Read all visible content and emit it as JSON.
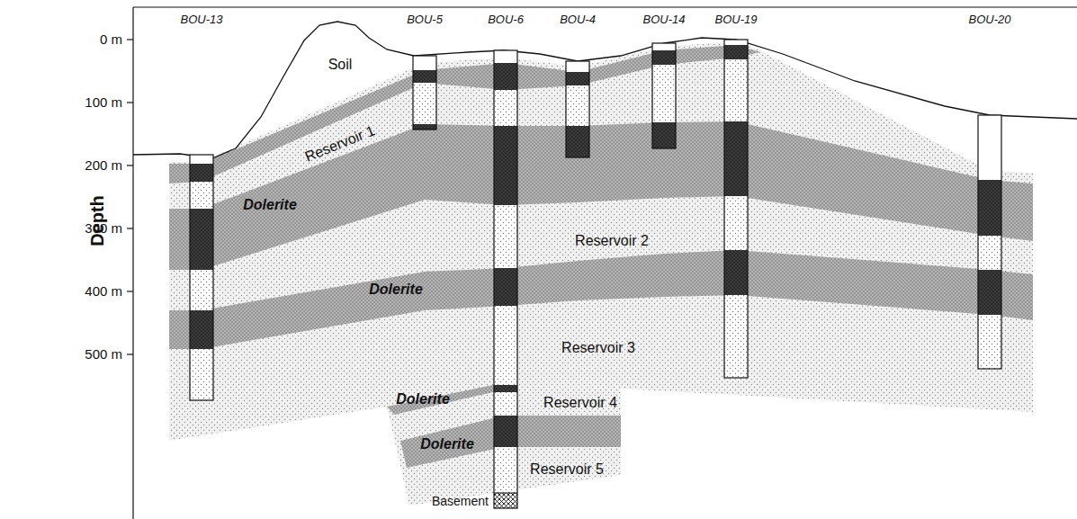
{
  "diagram": {
    "labels": [
      "BOU-13",
      "BOU-5",
      "BOU-6",
      "BOU-4",
      "BOU-14",
      "BOU-19",
      "BOU-20",
      "0 m",
      "100 m",
      "200 m",
      "300 m",
      "400 m",
      "500 m",
      "Depth",
      "Soil",
      "Reservoir 1",
      "Dolerite",
      "Reservoir 2",
      "Dolerite",
      "Reservoir 3",
      "Dolerite",
      "Reservoir 4",
      "Dolerite",
      "Reservoir 5"
    ],
    "legend": [
      {
        "text": "Basement"
      }
    ]
  }
}
